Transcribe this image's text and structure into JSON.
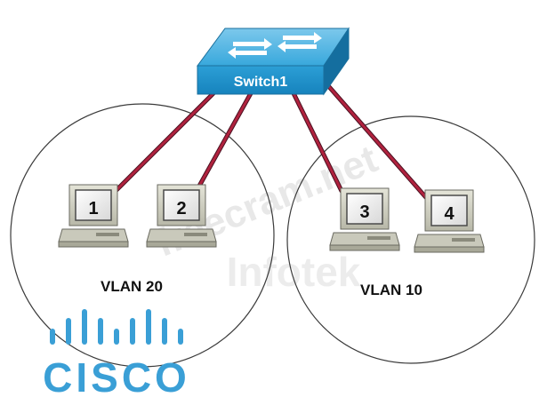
{
  "diagram": {
    "switch": {
      "label": "Switch1",
      "color": "#29a3d6"
    },
    "vlans": [
      {
        "label": "VLAN 20"
      },
      {
        "label": "VLAN 10"
      }
    ],
    "hosts": [
      {
        "label": "1"
      },
      {
        "label": "2"
      },
      {
        "label": "3"
      },
      {
        "label": "4"
      }
    ],
    "link_color": "#a8203a",
    "watermarks": [
      {
        "text": "freecram.net"
      },
      {
        "text": "Infotek"
      }
    ],
    "logo": {
      "text": "CISCO",
      "color": "#3a9fd6"
    }
  }
}
